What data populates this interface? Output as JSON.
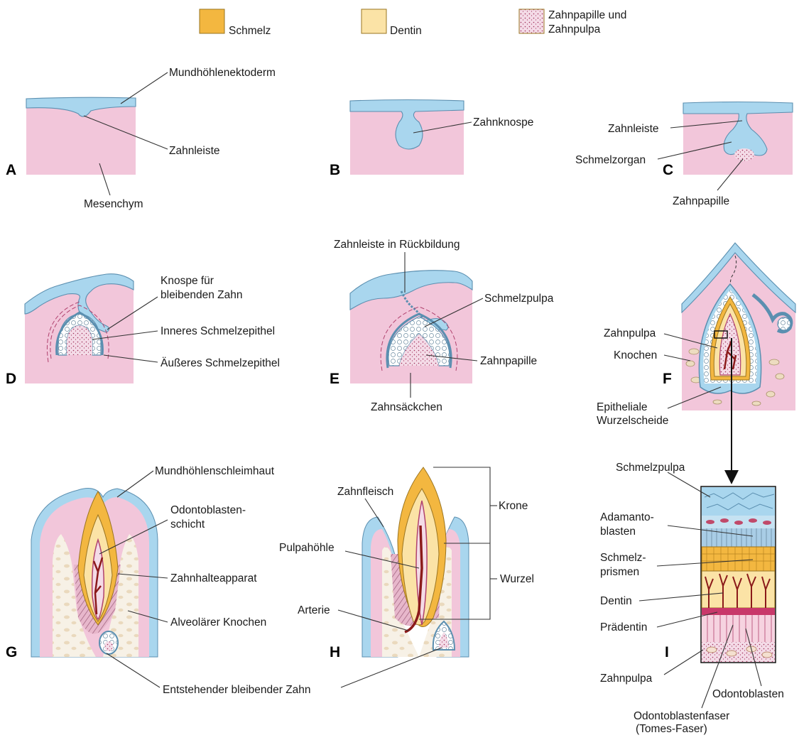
{
  "legend": {
    "enamel": {
      "label": "Schmelz",
      "color": "#f3b740"
    },
    "dentin": {
      "label": "Dentin",
      "color": "#fbe3a6"
    },
    "papilla": {
      "label_line1": "Zahnpapille und",
      "label_line2": "Zahnpulpa",
      "color": "#f2d7e4"
    }
  },
  "colors": {
    "epithelium": "#a9d6ee",
    "mesenchyme": "#f2c6da",
    "enamel": "#f3b740",
    "dentin": "#fbe3a6",
    "bone": "#f6efe1",
    "vessel": "#8b1a1a"
  },
  "panels": {
    "A": {
      "letter": "A",
      "labels": {
        "ectoderm": "Mundhöhlenektoderm",
        "lamina": "Zahnleiste",
        "mesenchyme": "Mesenchym"
      }
    },
    "B": {
      "letter": "B",
      "labels": {
        "bud": "Zahnknospe"
      }
    },
    "C": {
      "letter": "C",
      "labels": {
        "lamina": "Zahnleiste",
        "organ": "Schmelzorgan",
        "papilla": "Zahnpapille"
      }
    },
    "D": {
      "letter": "D",
      "labels": {
        "bud_line1": "Knospe für",
        "bud_line2": "bleibenden Zahn",
        "inner": "Inneres Schmelzepithel",
        "outer": "Äußeres Schmelzepithel"
      }
    },
    "E": {
      "letter": "E",
      "labels": {
        "regress": "Zahnleiste in Rückbildung",
        "pulp": "Schmelzpulpa",
        "papilla": "Zahnpapille",
        "sac": "Zahnsäckchen"
      }
    },
    "F": {
      "letter": "F",
      "labels": {
        "pulp": "Zahnpulpa",
        "bone": "Knochen",
        "sheath_line1": "Epitheliale",
        "sheath_line2": "Wurzelscheide"
      }
    },
    "G": {
      "letter": "G",
      "labels": {
        "mucosa": "Mundhöhlenschleimhaut",
        "odonto_line1": "Odontoblasten-",
        "odonto_line2": "schicht",
        "periodont": "Zahnhalteapparat",
        "alveolar": "Alveolärer Knochen"
      }
    },
    "H": {
      "letter": "H",
      "labels": {
        "gum": "Zahnfleisch",
        "crown": "Krone",
        "cavity": "Pulpahöhle",
        "root": "Wurzel",
        "artery": "Arterie"
      }
    },
    "I": {
      "letter": "I",
      "labels": {
        "enamel_pulp": "Schmelzpulpa",
        "ada_line1": "Adamanto-",
        "ada_line2": "blasten",
        "prisms_line1": "Schmelz-",
        "prisms_line2": "prismen",
        "dentin": "Dentin",
        "predentin": "Prädentin",
        "pulp": "Zahnpulpa",
        "odontoblasts": "Odontoblasten",
        "fiber_line1": "Odontoblastenfaser",
        "fiber_line2": "(Tomes-Faser)"
      }
    }
  },
  "shared": {
    "permanent_tooth": "Entstehender bleibender Zahn"
  }
}
